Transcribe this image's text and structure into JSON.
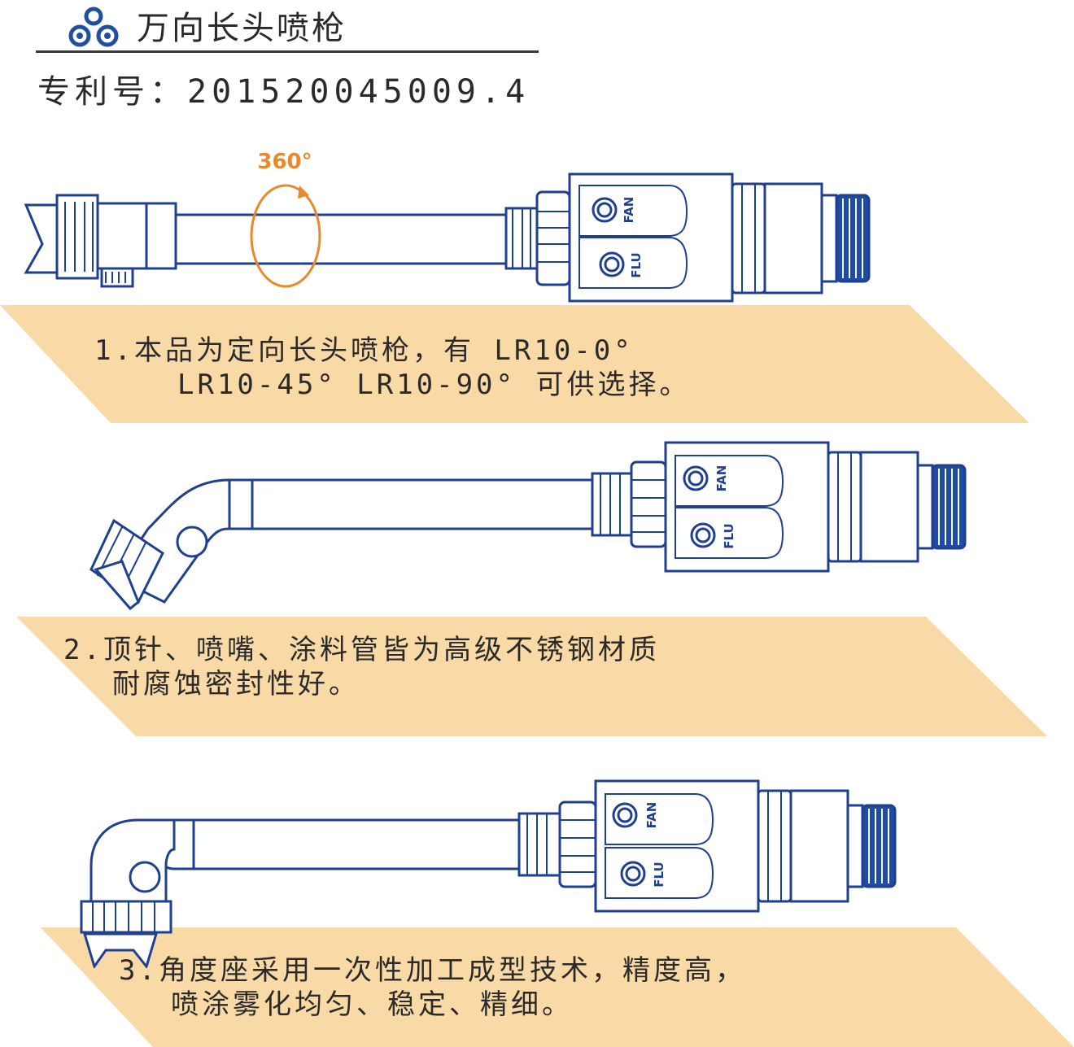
{
  "header": {
    "title": "万向长头喷枪",
    "patent": "专利号：201520045009.4"
  },
  "rotation_label": "360°",
  "port_labels": {
    "fan": "FAN",
    "flu": "FLU"
  },
  "features": [
    {
      "line1": "1.本品为定向长头喷枪，有 LR10-0°",
      "line2": "LR10-45° LR10-90° 可供选择。"
    },
    {
      "line1": "2.顶针、喷嘴、涂料管皆为高级不锈钢材质",
      "line2": "耐腐蚀密封性好。"
    },
    {
      "line1": "3.角度座采用一次性加工成型技术，精度高，",
      "line2": "喷涂雾化均匀、稳定、精细。"
    }
  ],
  "colors": {
    "band": "#f9d9a6",
    "outline": "#1f3f8f",
    "cap": "#1e4aa8",
    "accent": "#e8892b",
    "text": "#2a2a2a"
  },
  "icons": [
    "logo-icon",
    "rotation-arrow-icon"
  ]
}
